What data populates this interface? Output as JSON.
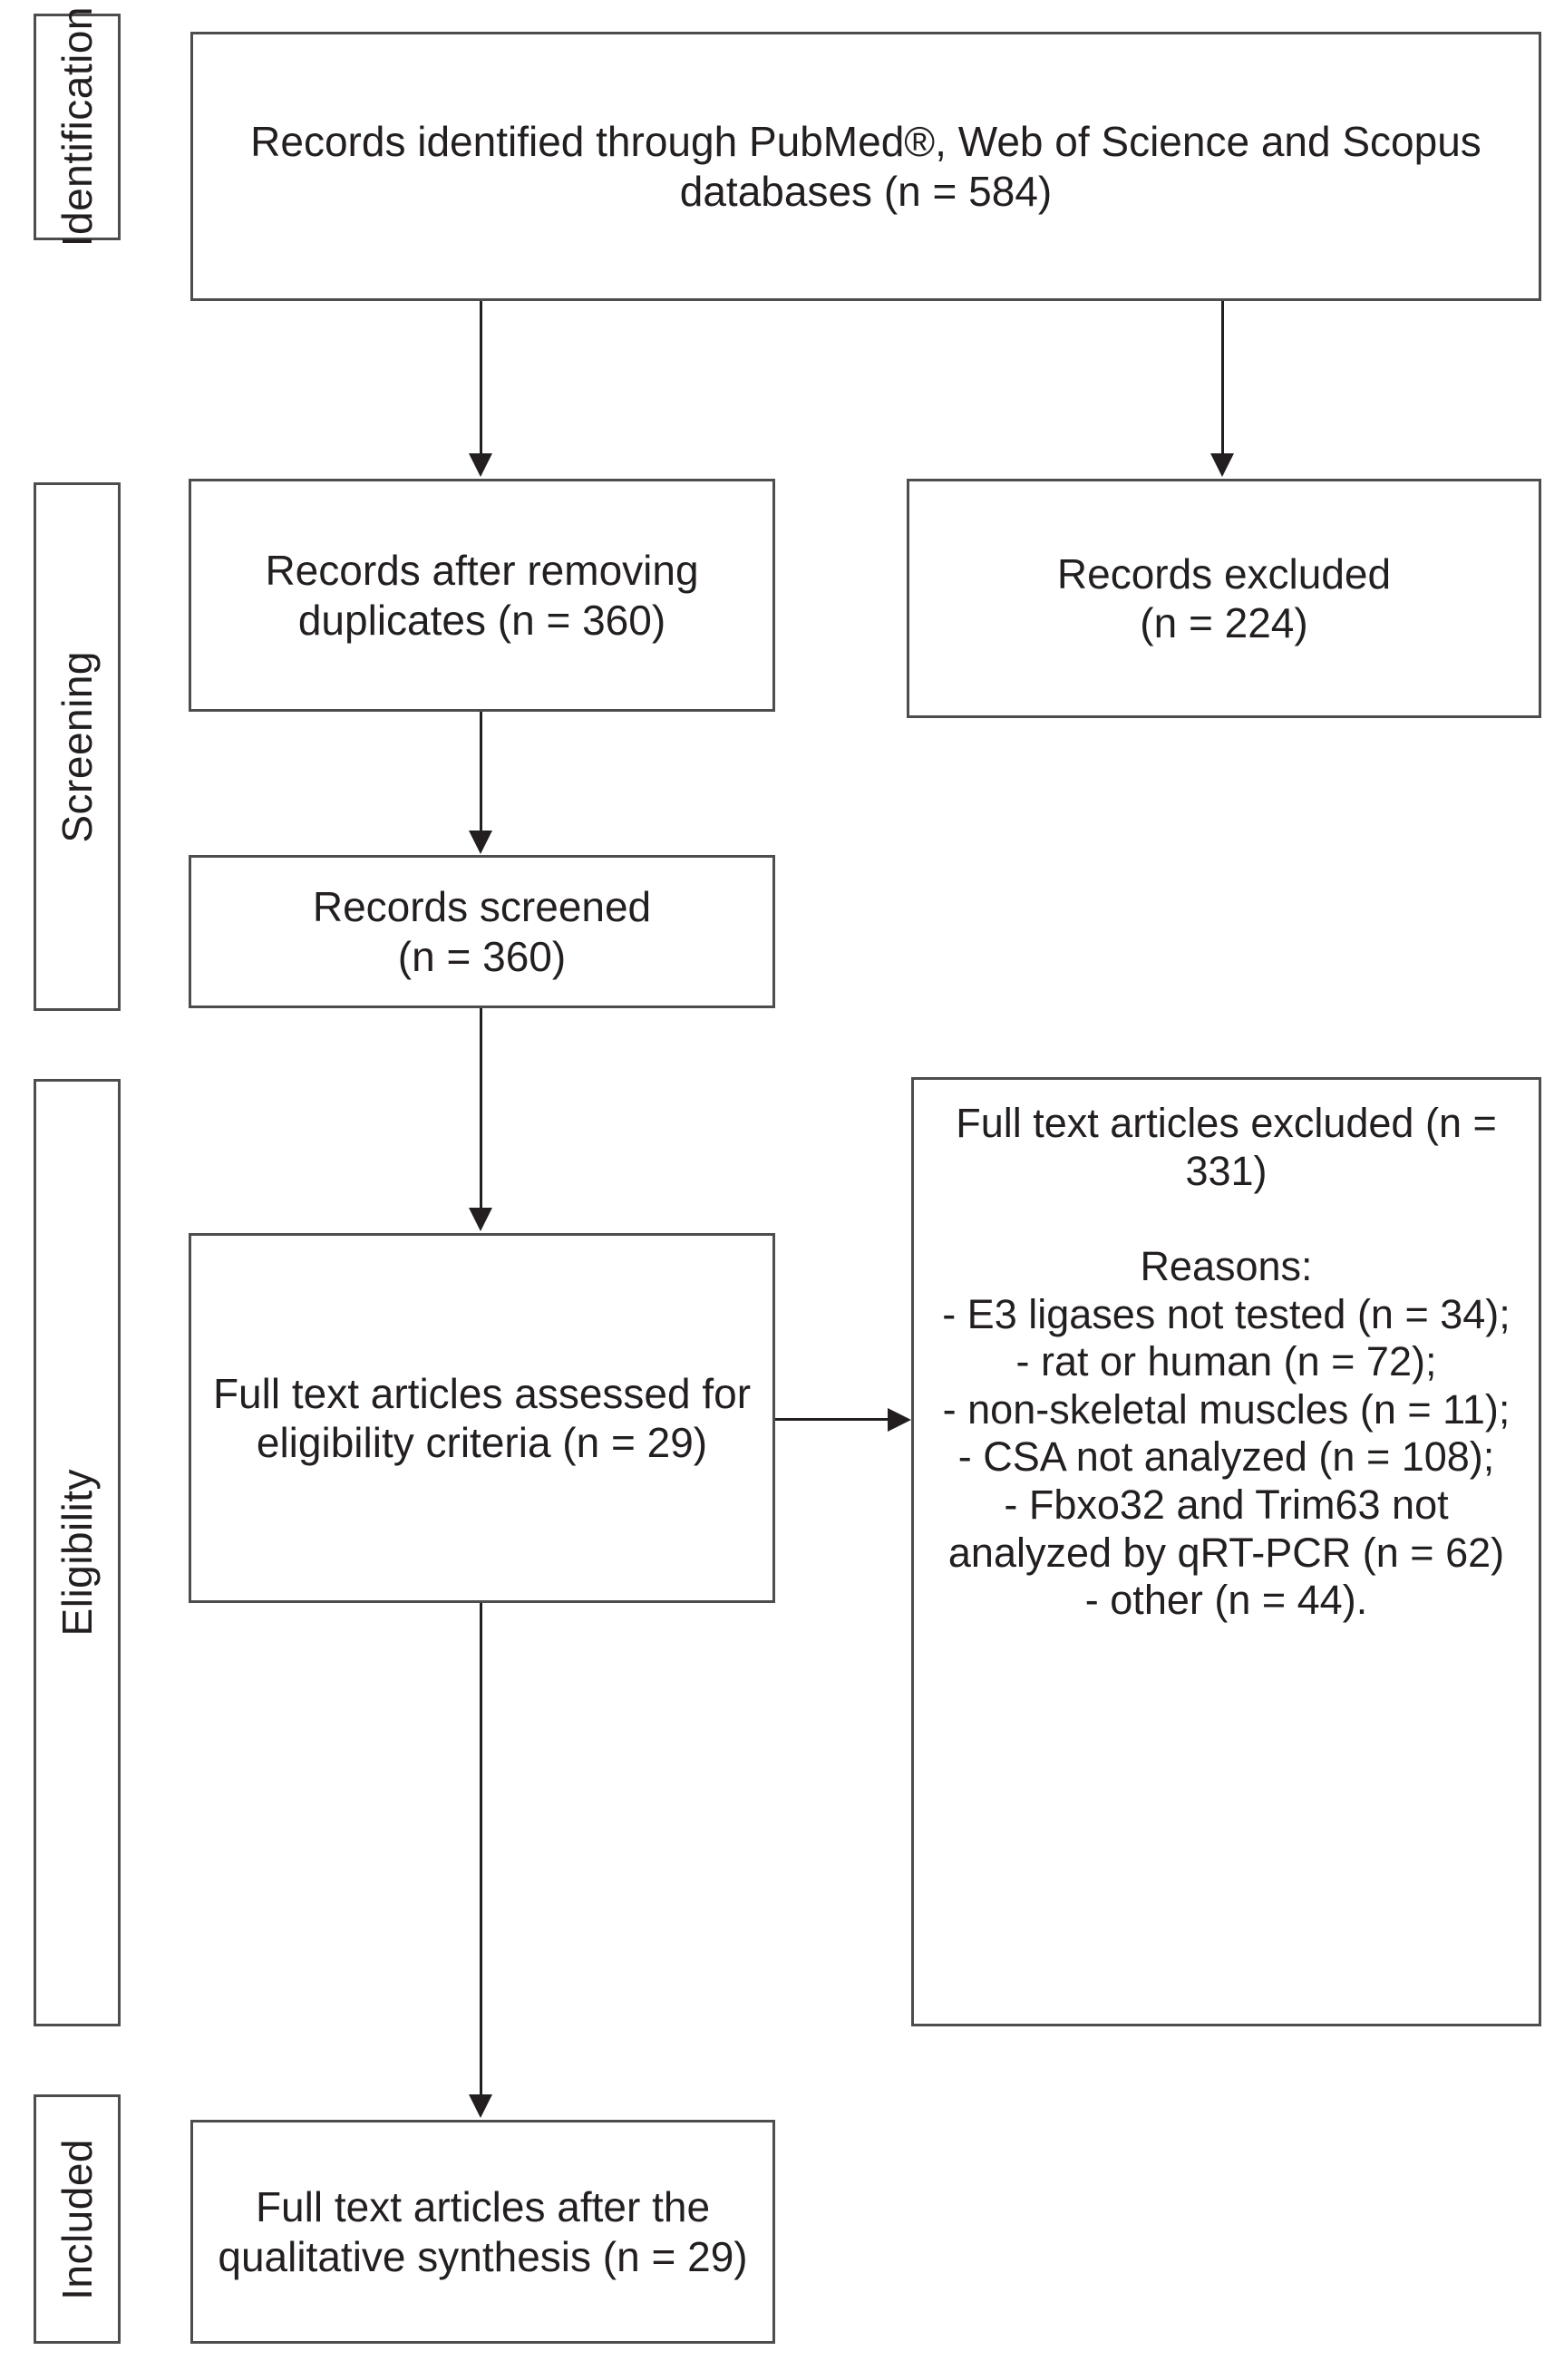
{
  "diagram": {
    "type": "prisma-flow-diagram",
    "stages": [
      {
        "id": "identification",
        "label": "Identification"
      },
      {
        "id": "screening",
        "label": "Screening"
      },
      {
        "id": "eligibility",
        "label": "Eligibility"
      },
      {
        "id": "included",
        "label": "Included"
      }
    ],
    "boxes": {
      "records_identified": "Records identified through PubMed®, Web of Science and Scopus databases (n = 584)",
      "records_after_duplicates": "Records after removing duplicates (n = 360)",
      "records_excluded": "Records excluded\n(n = 224)",
      "records_screened": "Records screened\n(n = 360)",
      "full_text_assessed": "Full text articles assessed for eligibility criteria (n = 29)",
      "full_text_excluded": "Full text articles excluded (n = 331)\n\nReasons:\n- E3 ligases not tested (n = 34);\n- rat or human (n = 72);\n- non-skeletal muscles (n = 11);\n- CSA not analyzed (n = 108);\n-  Fbxo32 and Trim63 not analyzed by qRT-PCR (n = 62)\n- other (n = 44).",
      "full_text_included": "Full text articles after the qualitative synthesis (n = 29)"
    },
    "counts": {
      "identified": 584,
      "excluded_after_dedup": 224,
      "after_duplicates": 360,
      "screened": 360,
      "assessed_for_eligibility": 29,
      "full_text_excluded_total": 331,
      "included": 29
    },
    "exclusion_reasons": [
      {
        "reason": "E3 ligases not tested",
        "n": 34
      },
      {
        "reason": "rat or human",
        "n": 72
      },
      {
        "reason": "non-skeletal muscles",
        "n": 11
      },
      {
        "reason": "CSA not analyzed",
        "n": 108
      },
      {
        "reason": "Fbxo32 and Trim63 not analyzed by qRT-PCR",
        "n": 62
      },
      {
        "reason": "other",
        "n": 44
      }
    ],
    "colors": {
      "border": "#4d4d4d",
      "text": "#231f20",
      "connector": "#231f20",
      "background": "#ffffff"
    }
  }
}
